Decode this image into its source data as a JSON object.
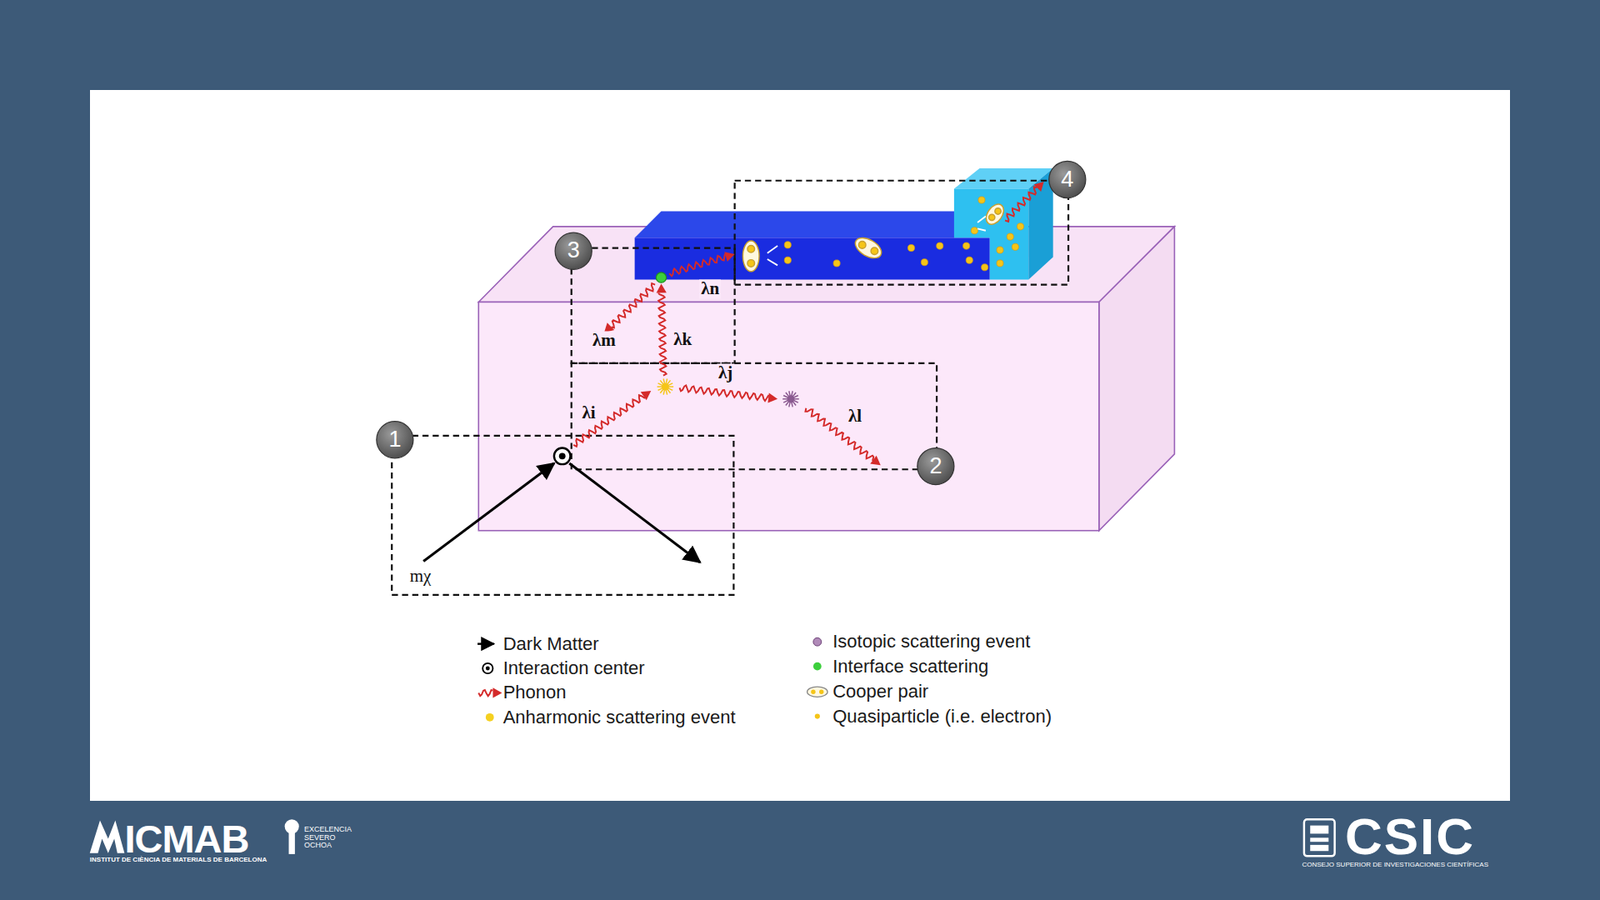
{
  "diagram": {
    "labels": [
      "1",
      "2",
      "3",
      "4",
      "mχ",
      "λi",
      "λj",
      "λk",
      "λl",
      "λm",
      "λn",
      "ICMAB",
      "EXCELENCIA SEVERO OCHOA",
      "INSTITUT DE CIÈNCIA DE MATERIALS DE BARCELONA",
      "CSIC",
      "CONSEJO SUPERIOR DE INVESTIGACIONES CIENTÍFICAS"
    ],
    "legend": [
      {
        "text": "Dark Matter"
      },
      {
        "text": "Interaction center"
      },
      {
        "text": "Phonon"
      },
      {
        "text": "Anharmonic scattering event"
      },
      {
        "text": "Isotopic scattering event"
      },
      {
        "text": "Interface scattering"
      },
      {
        "text": "Cooper pair"
      },
      {
        "text": "Quasiparticle (i.e. electron)"
      }
    ]
  }
}
